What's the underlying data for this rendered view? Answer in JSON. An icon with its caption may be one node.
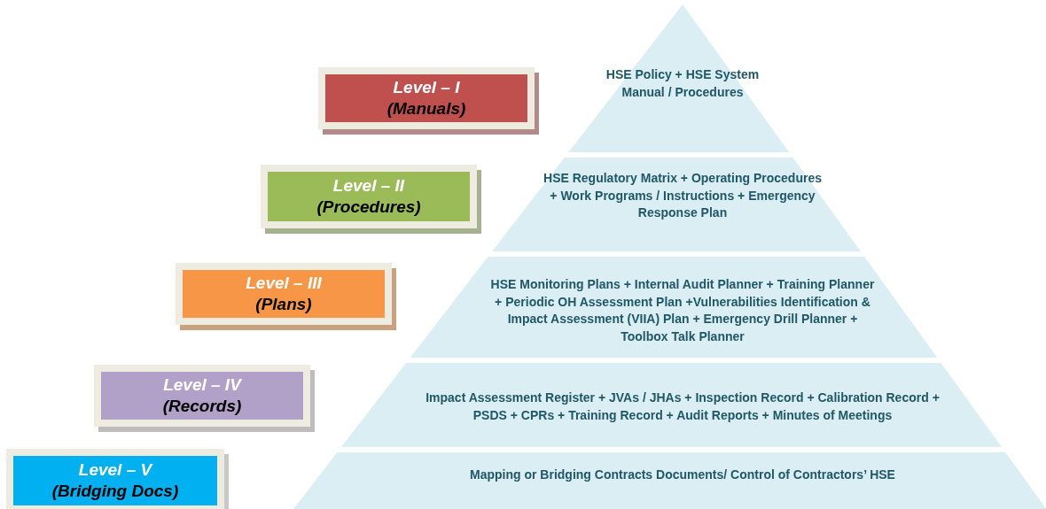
{
  "diagram": {
    "nodes": [
      {
        "text": [
          "Level – I",
          "(Manuals)"
        ]
      },
      {
        "text": [
          "Level – II",
          "(Procedures)"
        ]
      },
      {
        "text": [
          "Level – III",
          "(Plans)"
        ]
      },
      {
        "text": [
          "Level – IV",
          "(Records)"
        ]
      },
      {
        "text": [
          "Level – V",
          "(Bridging Docs)"
        ]
      },
      {
        "text": [
          "HSE Policy + HSE System Manual / Procedures"
        ]
      },
      {
        "text": [
          "HSE Regulatory Matrix + Operating Procedures + Work Programs / Instructions + Emergency Response Plan"
        ]
      },
      {
        "text": [
          "HSE Monitoring Plans + Internal Audit Planner + Training Planner + Periodic OH Assessment Plan +Vulnerabilities Identification & Impact Assessment (VIIA) Plan + Emergency Drill Planner + Toolbox Talk Planner"
        ]
      },
      {
        "text": [
          "Impact Assessment Register + JVAs / JHAs + Inspection Record + Calibration Record + PSDS + CPRs + Training Record + Audit Reports + Minutes of Meetings"
        ]
      },
      {
        "text": [
          "Mapping or Bridging Contracts Documents/ Control of Contractors’ HSE"
        ]
      }
    ],
    "edges": []
  }
}
